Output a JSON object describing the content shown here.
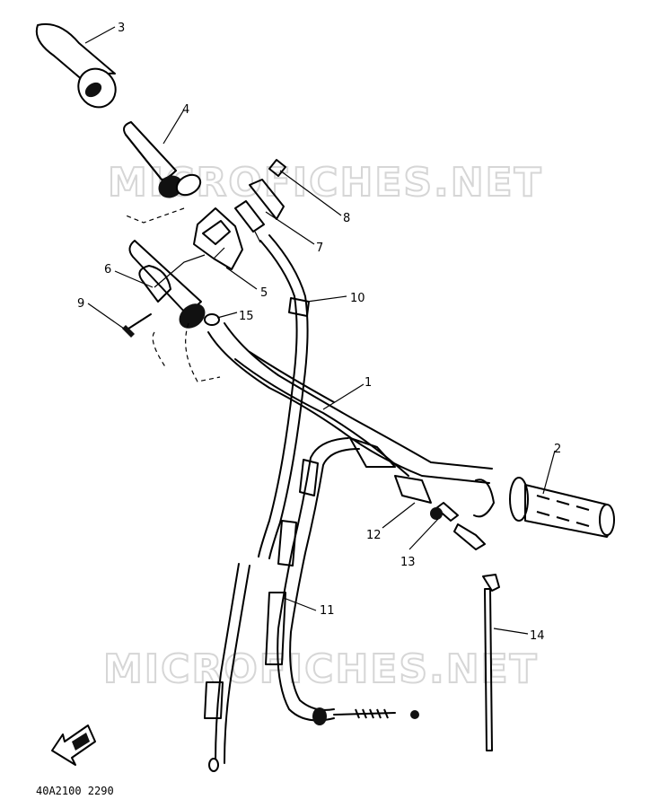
{
  "diagram": {
    "drawing_code": "40A2100 2290",
    "watermarks": [
      "MICROFICHES.NET",
      "MICROFICHES.NET"
    ],
    "callouts": [
      {
        "key": "c1",
        "label": "1",
        "part": "handlebar"
      },
      {
        "key": "c2",
        "label": "2",
        "part": "right-grip"
      },
      {
        "key": "c3",
        "label": "3",
        "part": "left-grip"
      },
      {
        "key": "c4",
        "label": "4",
        "part": "throttle-tube"
      },
      {
        "key": "c5",
        "label": "5",
        "part": "throttle-cap"
      },
      {
        "key": "c6",
        "label": "6",
        "part": "throttle-housing"
      },
      {
        "key": "c7",
        "label": "7",
        "part": "cable-adjuster"
      },
      {
        "key": "c8",
        "label": "8",
        "part": "adjuster-screw"
      },
      {
        "key": "c9",
        "label": "9",
        "part": "housing-screw"
      },
      {
        "key": "c10",
        "label": "10",
        "part": "throttle-cable"
      },
      {
        "key": "c11",
        "label": "11",
        "part": "clutch-cable"
      },
      {
        "key": "c12",
        "label": "12",
        "part": "cable-holder"
      },
      {
        "key": "c13",
        "label": "13",
        "part": "holder-nut"
      },
      {
        "key": "c14",
        "label": "14",
        "part": "cable-tie"
      },
      {
        "key": "c15",
        "label": "15",
        "part": "switch-body"
      }
    ]
  }
}
